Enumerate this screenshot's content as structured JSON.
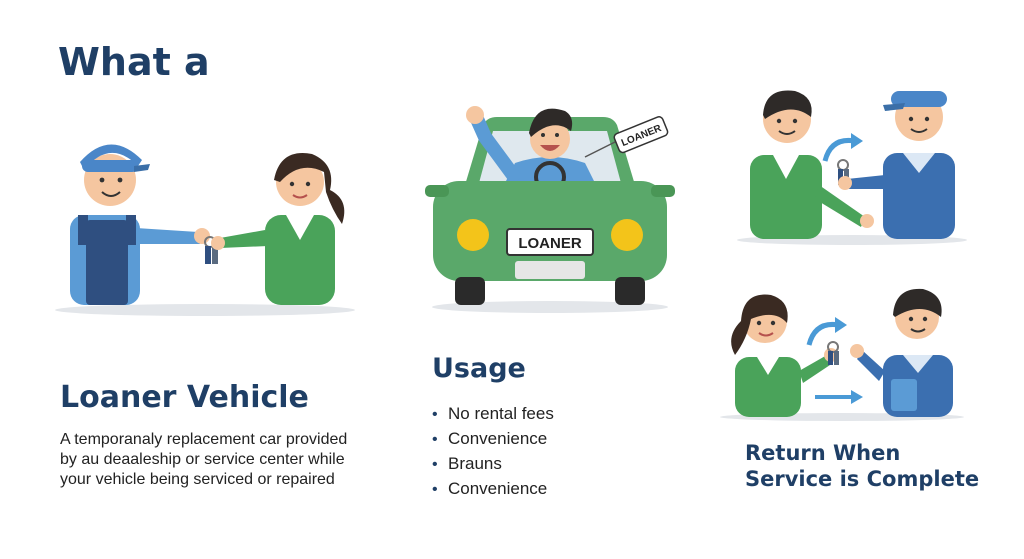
{
  "header": {
    "title": "What a"
  },
  "definition": {
    "title": "Loaner Vehicle",
    "lines": [
      "A temporanaly replacement car provided",
      "by au deaaleship or service center while",
      "your vehicle being serviced or repaired"
    ]
  },
  "usage": {
    "title": "Usage",
    "items": [
      "No rental fees",
      "Convenience",
      "Brauns",
      "Convenience"
    ]
  },
  "car": {
    "plate": "LOANER",
    "sign": "LOANER"
  },
  "return": {
    "line1": "Return When",
    "line2": "Service is Complete"
  },
  "colors": {
    "heading": "#1f3f66",
    "mechanic_blue": "#4a86c8",
    "overalls": "#2f4f80",
    "green_jacket": "#4aa35a",
    "car_green": "#5aa86a",
    "arrow_blue": "#4a9ad6"
  }
}
